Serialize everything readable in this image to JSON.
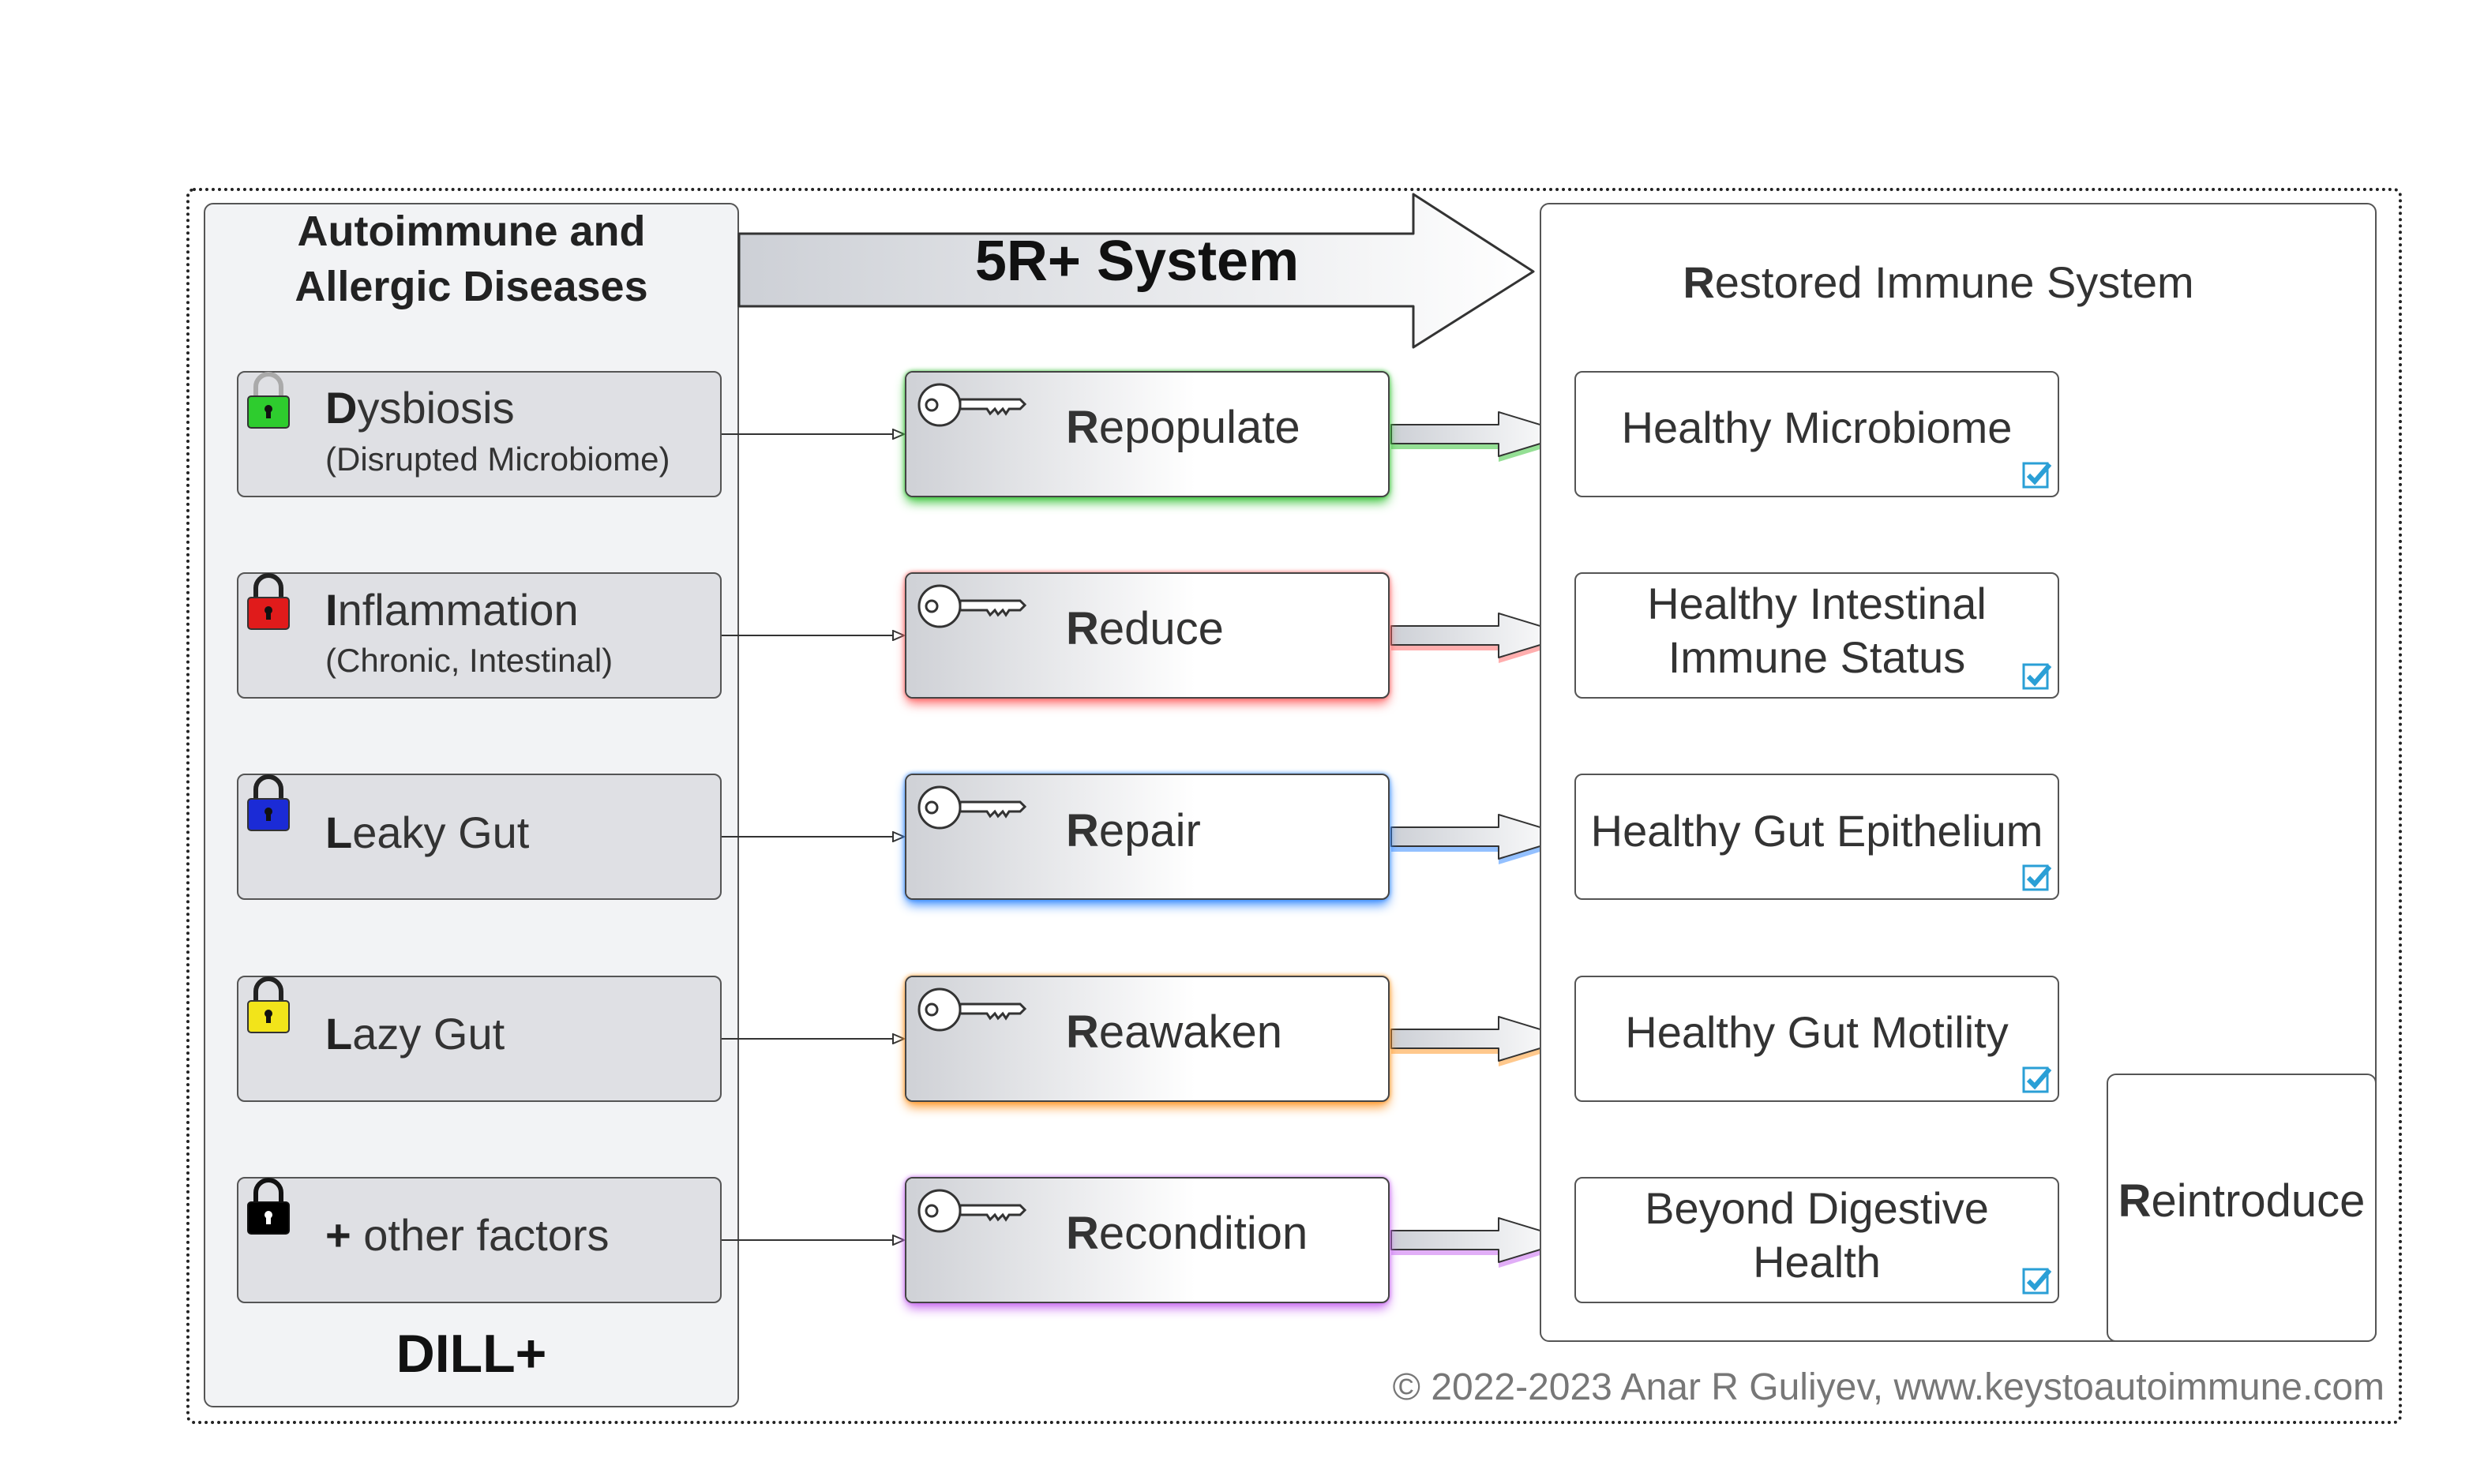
{
  "left_panel": {
    "title_line1": "Autoimmune and",
    "title_line2": "Allergic Diseases",
    "footer": "DILL+",
    "conditions": [
      {
        "initial": "D",
        "rest": "ysbiosis",
        "sub": "(Disrupted Microbiome)",
        "lock_color": "#2ecc2e"
      },
      {
        "initial": "I",
        "rest": "nflammation",
        "sub": "(Chronic, Intestinal)",
        "lock_color": "#e01b1b"
      },
      {
        "initial": "L",
        "rest": "eaky Gut",
        "sub": "",
        "lock_color": "#1b2bd6"
      },
      {
        "initial": "L",
        "rest": "azy Gut",
        "sub": "",
        "lock_color": "#f2e41a"
      },
      {
        "initial": "+",
        "rest": " other factors",
        "sub": "",
        "lock_color": "#000000"
      }
    ]
  },
  "middle": {
    "arrow_label": "5R+ System",
    "keys": [
      {
        "initial": "R",
        "rest": "epopulate",
        "glow": "#3cc43c"
      },
      {
        "initial": "R",
        "rest": "educe",
        "glow": "#ff6b6b"
      },
      {
        "initial": "R",
        "rest": "epair",
        "glow": "#3a8cff"
      },
      {
        "initial": "R",
        "rest": "eawaken",
        "glow": "#ff9a2e"
      },
      {
        "initial": "R",
        "rest": "econdition",
        "glow": "#c86bf0"
      }
    ]
  },
  "right_panel": {
    "title_initial": "R",
    "title_rest": "estored Immune System",
    "outcomes": [
      {
        "line1": "Healthy Microbiome",
        "line2": ""
      },
      {
        "line1": "Healthy Intestinal",
        "line2": "Immune Status"
      },
      {
        "line1": "Healthy Gut Epithelium",
        "line2": ""
      },
      {
        "line1": "Healthy Gut Motility",
        "line2": ""
      },
      {
        "line1": "Beyond Digestive",
        "line2": "Health"
      }
    ],
    "reintroduce_initial": "R",
    "reintroduce_rest": "eintroduce"
  },
  "credit": "© 2022-2023 Anar R Guliyev, www.keystoautoimmune.com"
}
